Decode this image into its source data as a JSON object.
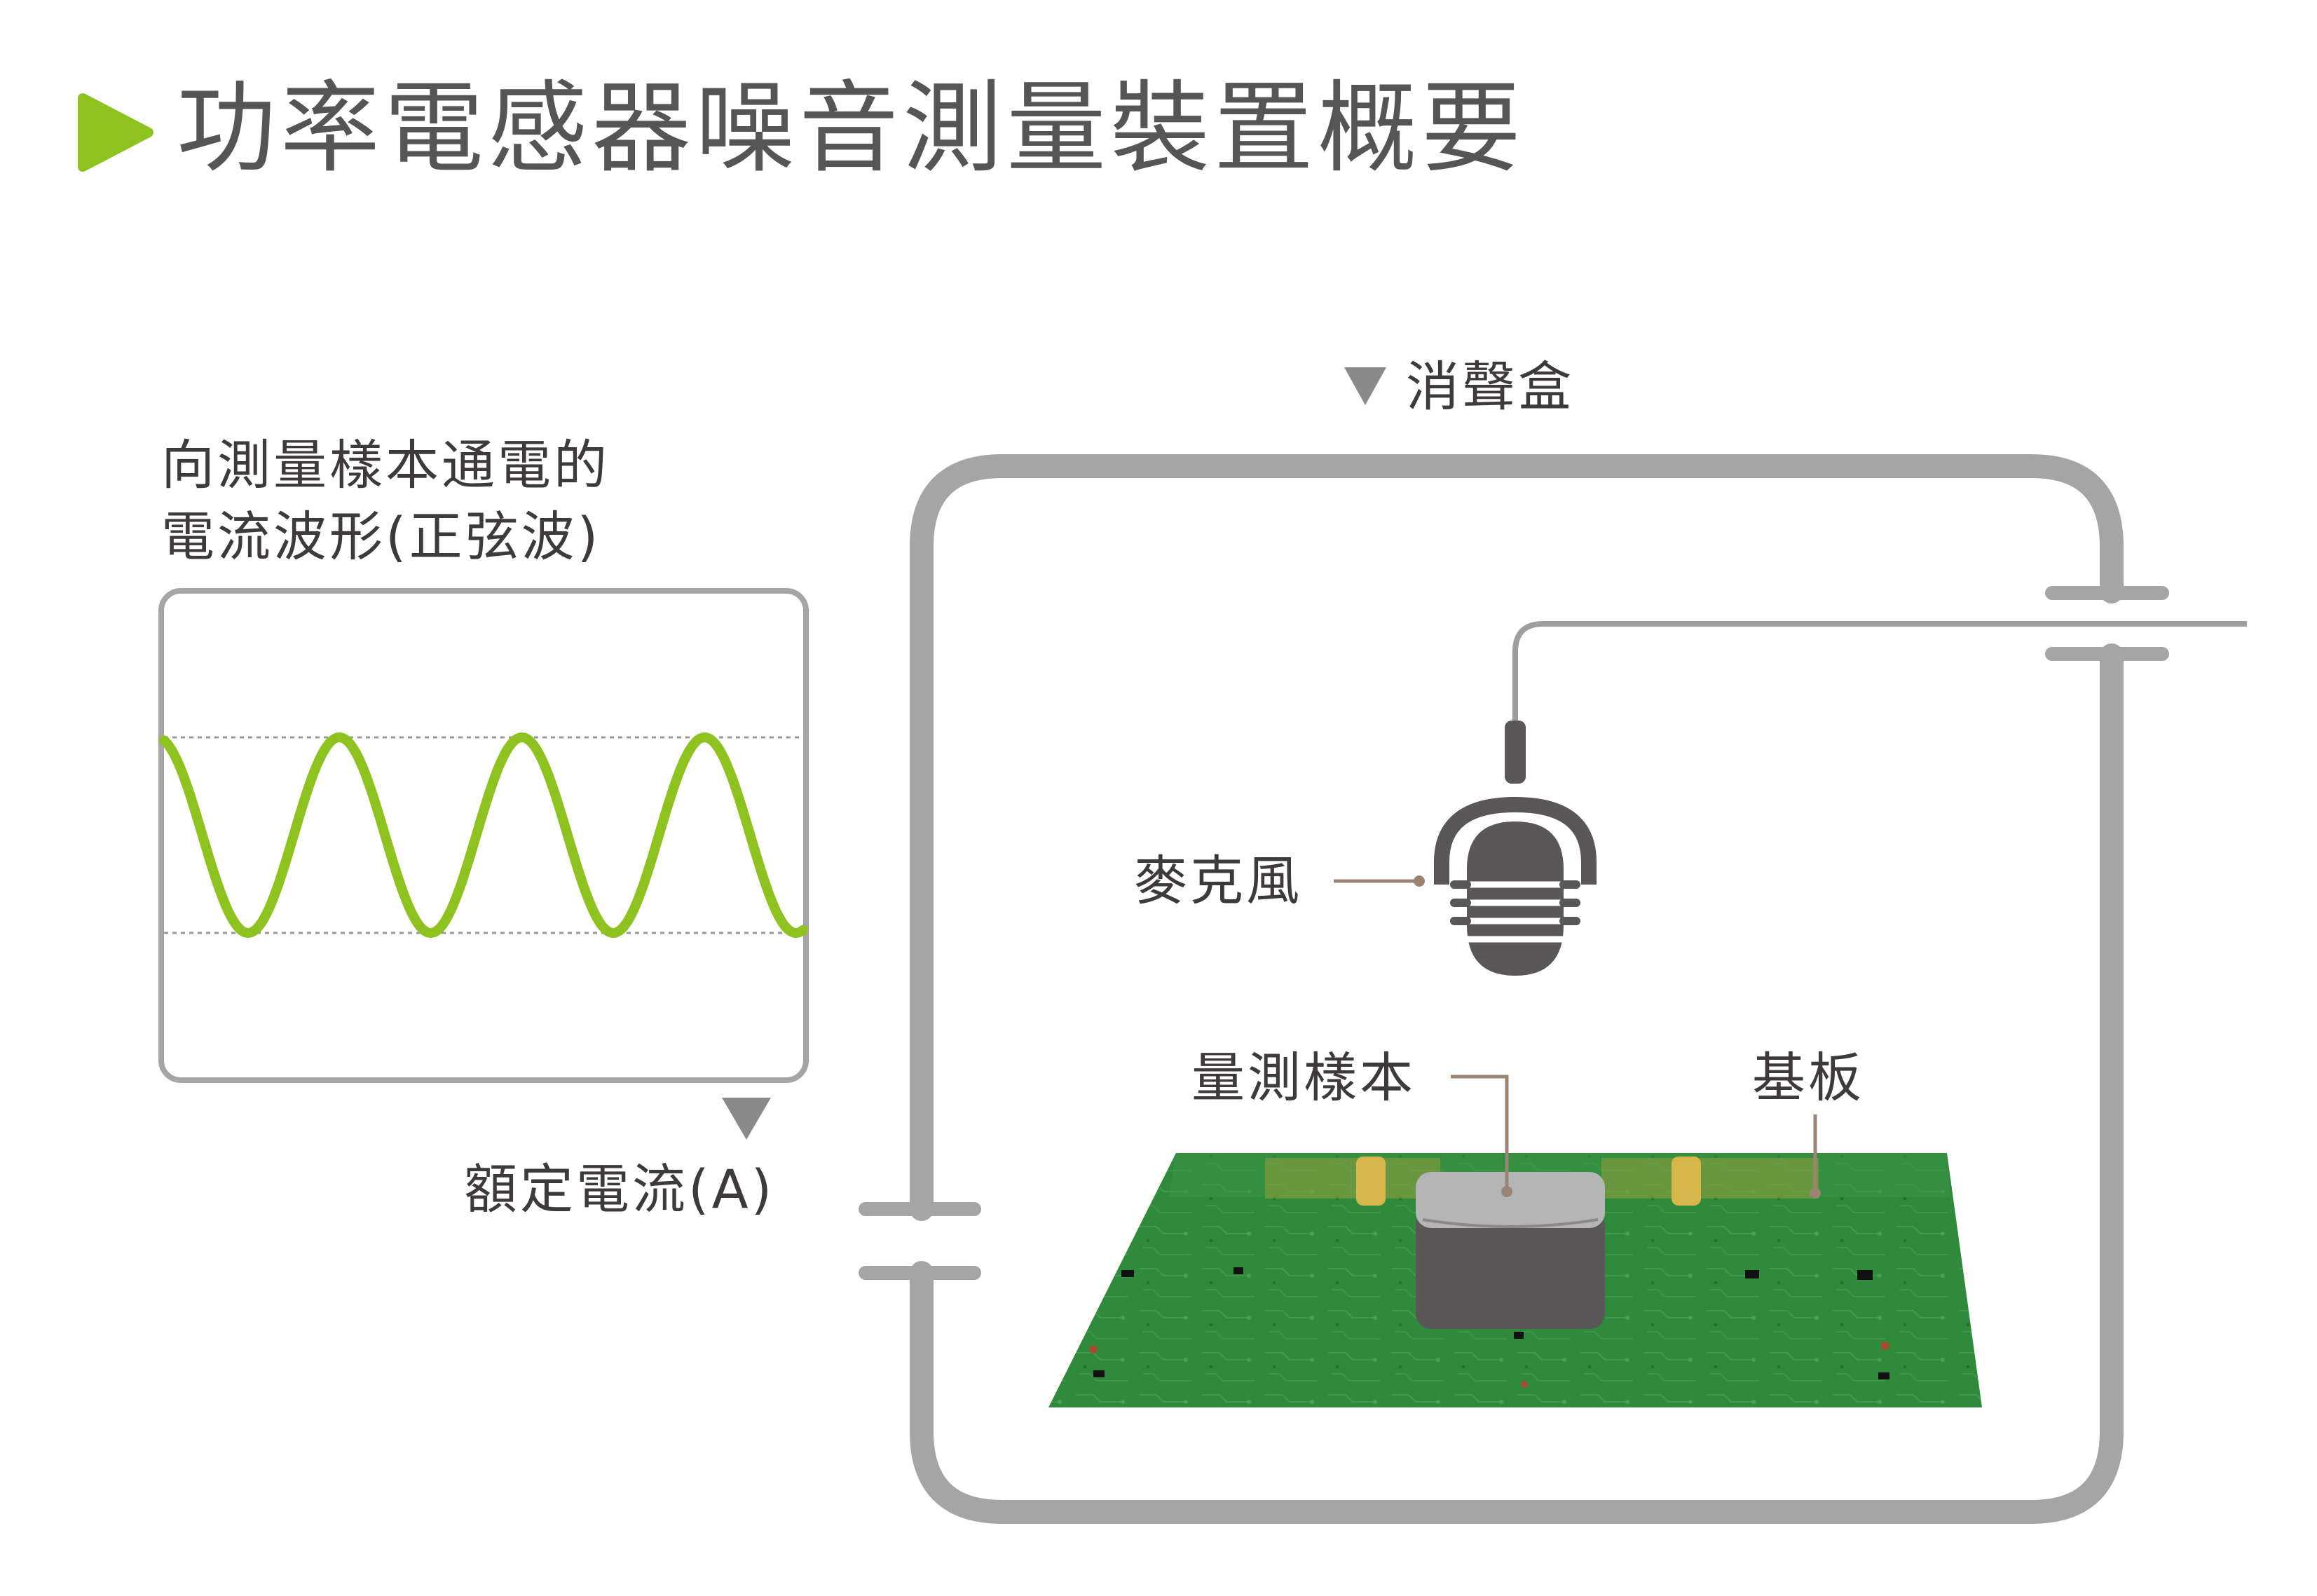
{
  "title": "功率電感器噪音測量裝置概要",
  "labels": {
    "box": "消聲盒",
    "waveform_line1": "向測量樣本通電的",
    "waveform_line2": "電流波形(正弦波)",
    "current": "額定電流(A)",
    "microphone": "麥克風",
    "sample": "量測樣本",
    "board": "基板"
  },
  "colors": {
    "accent_green": "#8dc21f",
    "text": "#3e3a39",
    "frame_gray": "#a5a5a5",
    "pcb_green": "#2f8a3c",
    "sample_dark": "#595757",
    "sample_top": "#b5b5b6",
    "leader_brown": "#9c8473",
    "pad_gold": "#d7b64a"
  },
  "icons": [
    "play-triangle-icon",
    "down-triangle-icon",
    "microphone-icon",
    "current-arrow-icon"
  ],
  "waveform": {
    "type": "sine",
    "cycles": 3.5
  }
}
